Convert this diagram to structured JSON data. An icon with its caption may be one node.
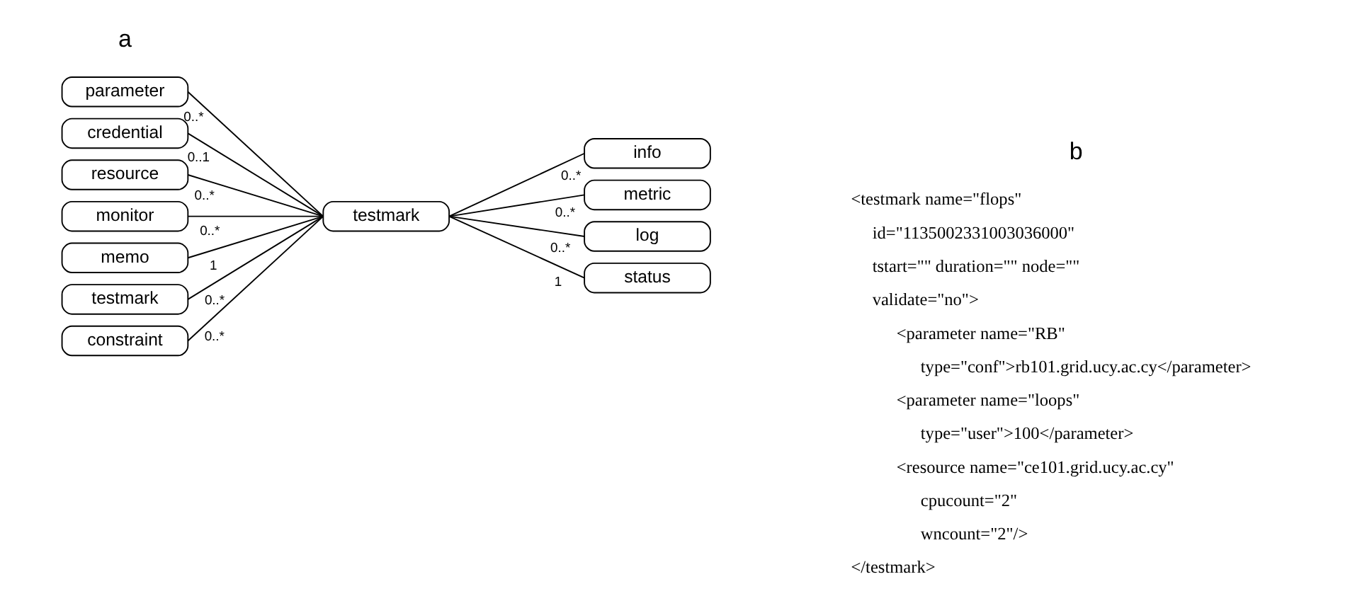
{
  "diagram": {
    "nodes": [
      {
        "text": [
          "testmark"
        ]
      },
      {
        "text": [
          "parameter"
        ]
      },
      {
        "text": [
          "credential"
        ]
      },
      {
        "text": [
          "resource"
        ]
      },
      {
        "text": [
          "monitor"
        ]
      },
      {
        "text": [
          "memo"
        ]
      },
      {
        "text": [
          "testmark"
        ]
      },
      {
        "text": [
          "constraint"
        ]
      },
      {
        "text": [
          "info"
        ]
      },
      {
        "text": [
          "metric"
        ]
      },
      {
        "text": [
          "log"
        ]
      },
      {
        "text": [
          "status"
        ]
      }
    ],
    "edges": [
      {
        "from": 0,
        "to": 1,
        "arrow": "none",
        "label": "0..*"
      },
      {
        "from": 0,
        "to": 2,
        "arrow": "none",
        "label": "0..1"
      },
      {
        "from": 0,
        "to": 3,
        "arrow": "none",
        "label": "0..*"
      },
      {
        "from": 0,
        "to": 4,
        "arrow": "none",
        "label": "0..*"
      },
      {
        "from": 0,
        "to": 5,
        "arrow": "none",
        "label": "1"
      },
      {
        "from": 0,
        "to": 6,
        "arrow": "none",
        "label": "0..*"
      },
      {
        "from": 0,
        "to": 7,
        "arrow": "none",
        "label": "0..*"
      },
      {
        "from": 0,
        "to": 8,
        "arrow": "none",
        "label": "0..*"
      },
      {
        "from": 0,
        "to": 9,
        "arrow": "none",
        "label": "0..*"
      },
      {
        "from": 0,
        "to": 10,
        "arrow": "none",
        "label": "0..*"
      },
      {
        "from": 0,
        "to": 11,
        "arrow": "none",
        "label": "1"
      }
    ],
    "labels": [
      "a",
      "b",
      "<testmark name=\"flops\"",
      "id=\"1135002331003036000\"",
      "tstart=\"\" duration=\"\" node=\"\"",
      "validate=\"no\">",
      "<parameter name=\"RB\"",
      "type=\"conf\">rb101.grid.ucy.ac.cy</parameter>",
      "<parameter name=\"loops\"",
      "type=\"user\">100</parameter>",
      "<resource name=\"ce101.grid.ucy.ac.cy\"",
      "cpucount=\"2\"",
      "wncount=\"2\"/>",
      "</testmark>"
    ]
  }
}
